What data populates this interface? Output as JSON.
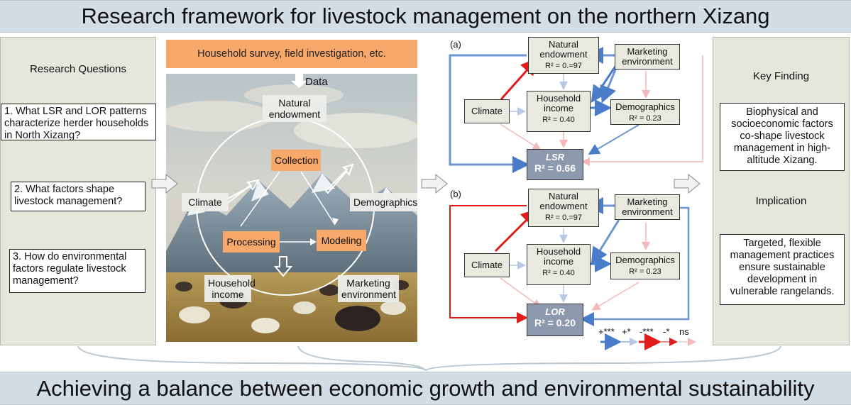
{
  "title": "Research framework for livestock management on the northern Xizang",
  "footer": "Achieving a balance between economic growth and environmental sustainability",
  "left_panel": {
    "heading": "Research Questions",
    "questions": [
      "1. What LSR and LOR patterns characterize herder households in North Xizang?",
      "2.  What factors shape livestock management?",
      "3. How do environmental factors regulate livestock management?"
    ]
  },
  "center": {
    "survey": "Household survey, field investigation, etc.",
    "data_label": "Data",
    "factors": {
      "natural": "Natural endowment",
      "climate": "Climate",
      "demographics": "Demographics",
      "income": "Household income",
      "marketing": "Marketing environment"
    },
    "steps": {
      "collection": "Collection",
      "processing": "Processing",
      "modeling": "Modeling"
    }
  },
  "model": {
    "panel_a": "(a)",
    "panel_b": "(b)",
    "nodes": {
      "natural": "Natural endowment",
      "marketing": "Marketing environment",
      "climate": "Climate",
      "income": "Household income",
      "demographics": "Demographics"
    },
    "r2_natural": "R² = 0.=97",
    "r2_income": "R² = 0.40",
    "r2_demographics": "R² = 0.23",
    "outcome_a": {
      "name": "LSR",
      "r2": "R² = 0.66"
    },
    "outcome_b": {
      "name": "LOR",
      "r2": "R² = 0.20"
    },
    "legend": [
      {
        "label": "+***",
        "color": "#4a7cc9"
      },
      {
        "label": "+*",
        "color": "#8eb0e0"
      },
      {
        "label": "-***",
        "color": "#e21b1b"
      },
      {
        "label": "-*",
        "color": "#ee6a6a"
      },
      {
        "label": "ns",
        "color": "#f5c9c9"
      }
    ]
  },
  "right_panel": {
    "heading1": "Key Finding",
    "finding": "Biophysical and socioeconomic factors co-shape livestock management in high-altitude Xizang.",
    "heading2": "Implication",
    "implication": "Targeted, flexible management practices ensure sustainable development in vulnerable rangelands."
  },
  "colors": {
    "banner": "#d3dde5",
    "panel": "#e5e7dd",
    "orange": "#f7a86b",
    "outcome": "#8d9aae",
    "blue_strong": "#4a7cc9",
    "red_strong": "#e21b1b"
  }
}
